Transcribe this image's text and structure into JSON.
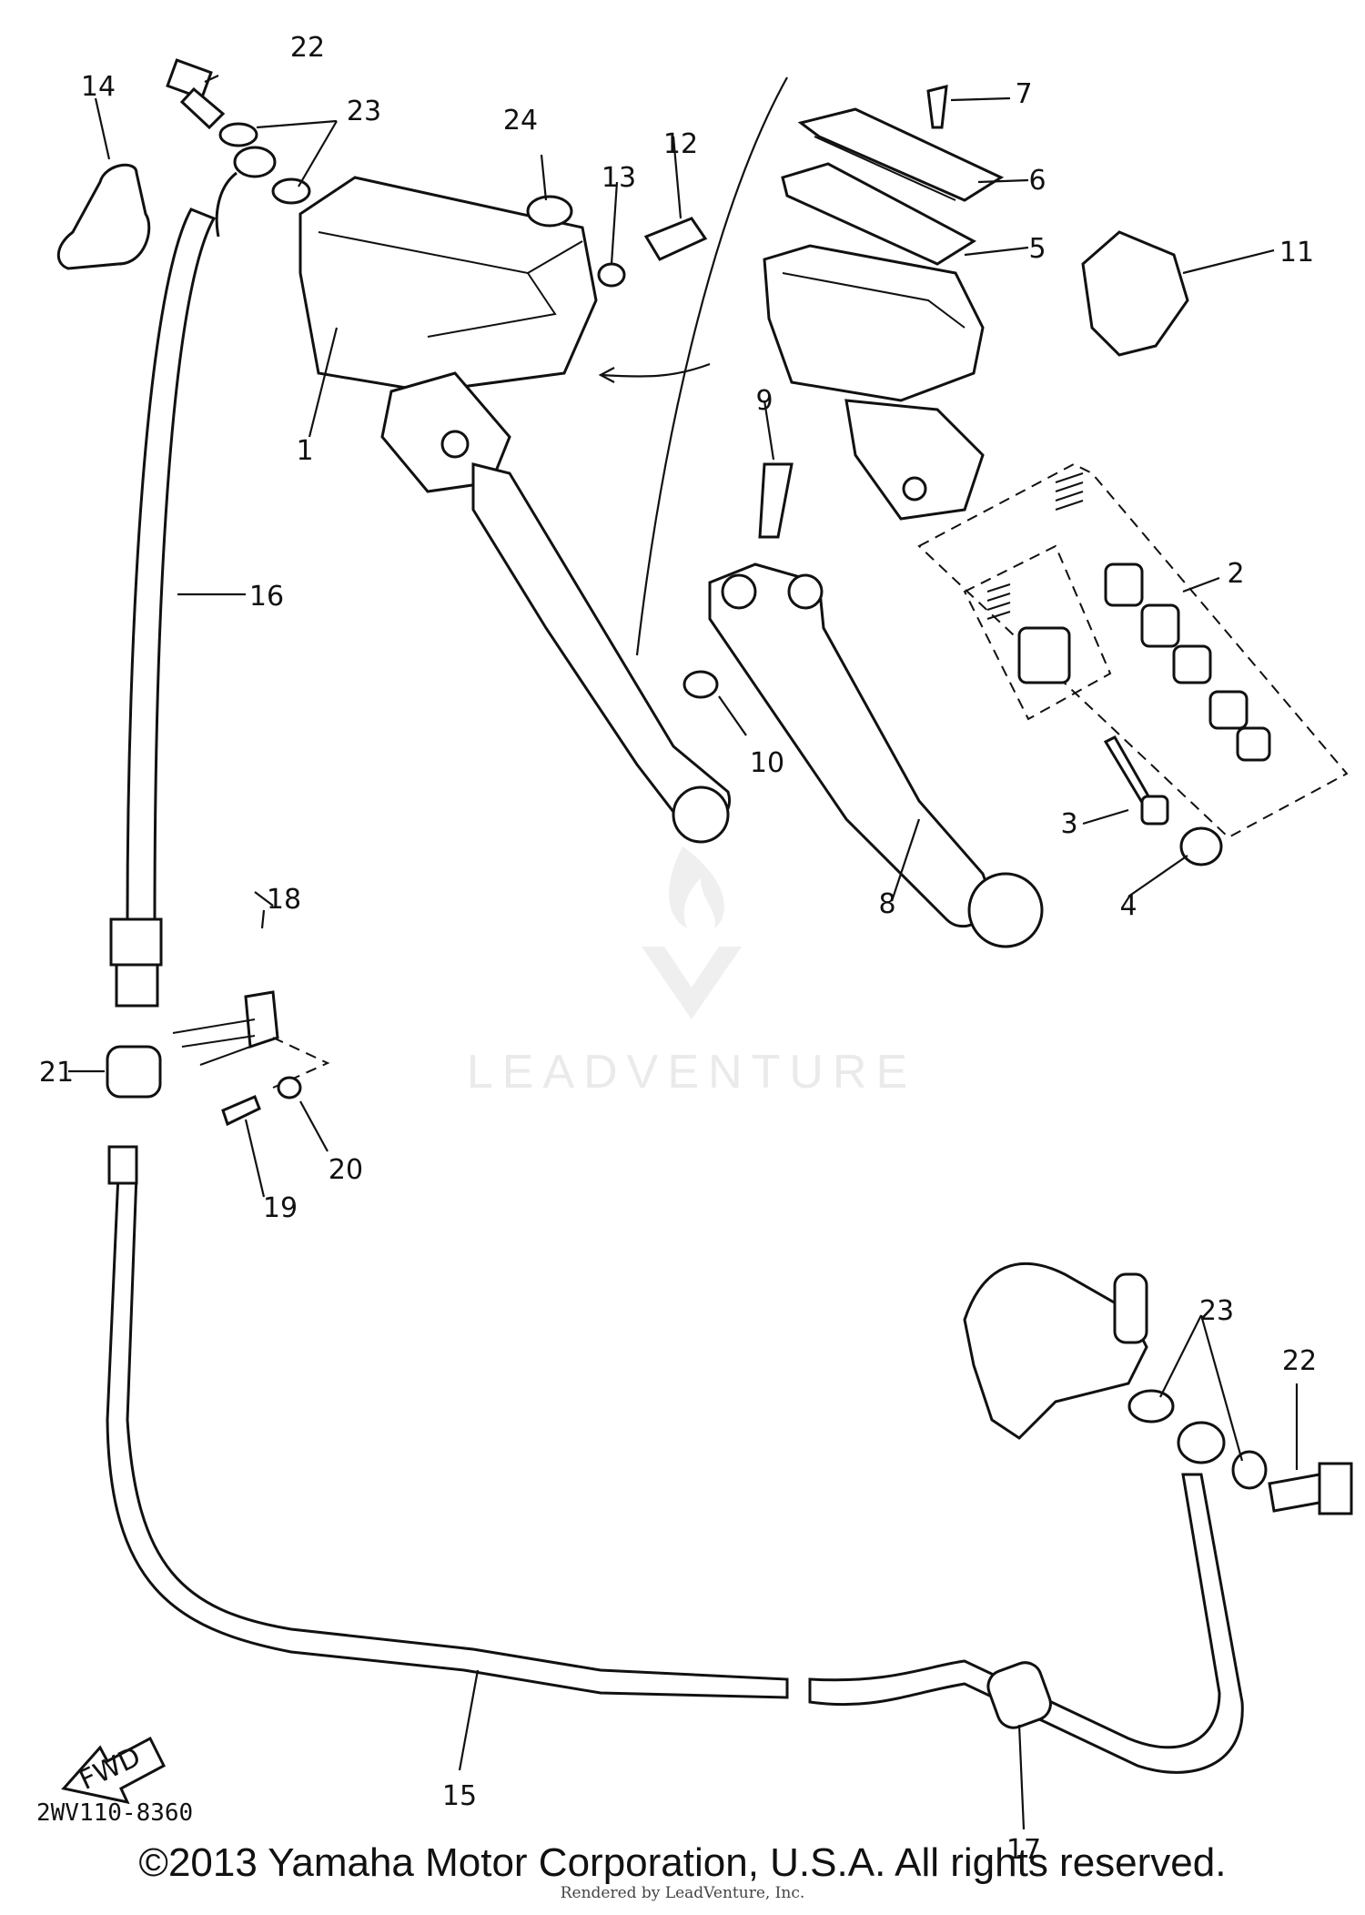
{
  "callouts": {
    "c1": "1",
    "c2": "2",
    "c3": "3",
    "c4": "4",
    "c5": "5",
    "c6": "6",
    "c7": "7",
    "c8": "8",
    "c9": "9",
    "c10": "10",
    "c11": "11",
    "c12": "12",
    "c13": "13",
    "c14": "14",
    "c15": "15",
    "c16": "16",
    "c17": "17",
    "c18": "18",
    "c19": "19",
    "c20": "20",
    "c21": "21",
    "c22a": "22",
    "c22b": "22",
    "c23a": "23",
    "c23b": "23",
    "c24": "24"
  },
  "fwd_label": "FWD",
  "drawing_code": "2WV110-8360",
  "watermark": "LEADVENTURE",
  "copyright": "©2013 Yamaha Motor Corporation, U.S.A. All rights reserved.",
  "rendered_by": "Rendered by LeadVenture, Inc."
}
